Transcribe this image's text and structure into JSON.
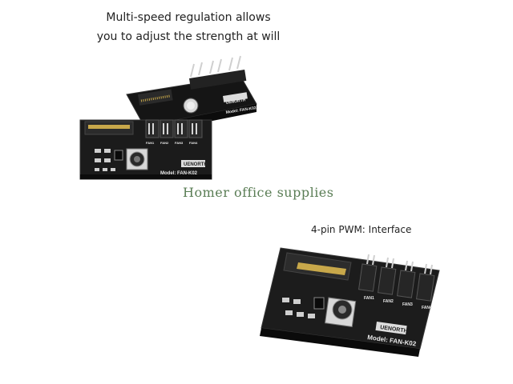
{
  "captions": {
    "top_line1": "Multi-speed regulation allows",
    "top_line2": "you to adjust the strength at will",
    "bottom": "4-pin PWM: Interface"
  },
  "watermark": "Homer office supplies",
  "board_silkscreen": {
    "brand": "UENORTH",
    "model": "Model: FAN-K02",
    "fan_labels": [
      "FAN1",
      "FAN2",
      "FAN3",
      "FAN4"
    ]
  },
  "colors": {
    "board": "#1b1b1b",
    "edge": "#3a3a3a",
    "gold": "#c8a84a",
    "watermark": "#5a7d55"
  }
}
